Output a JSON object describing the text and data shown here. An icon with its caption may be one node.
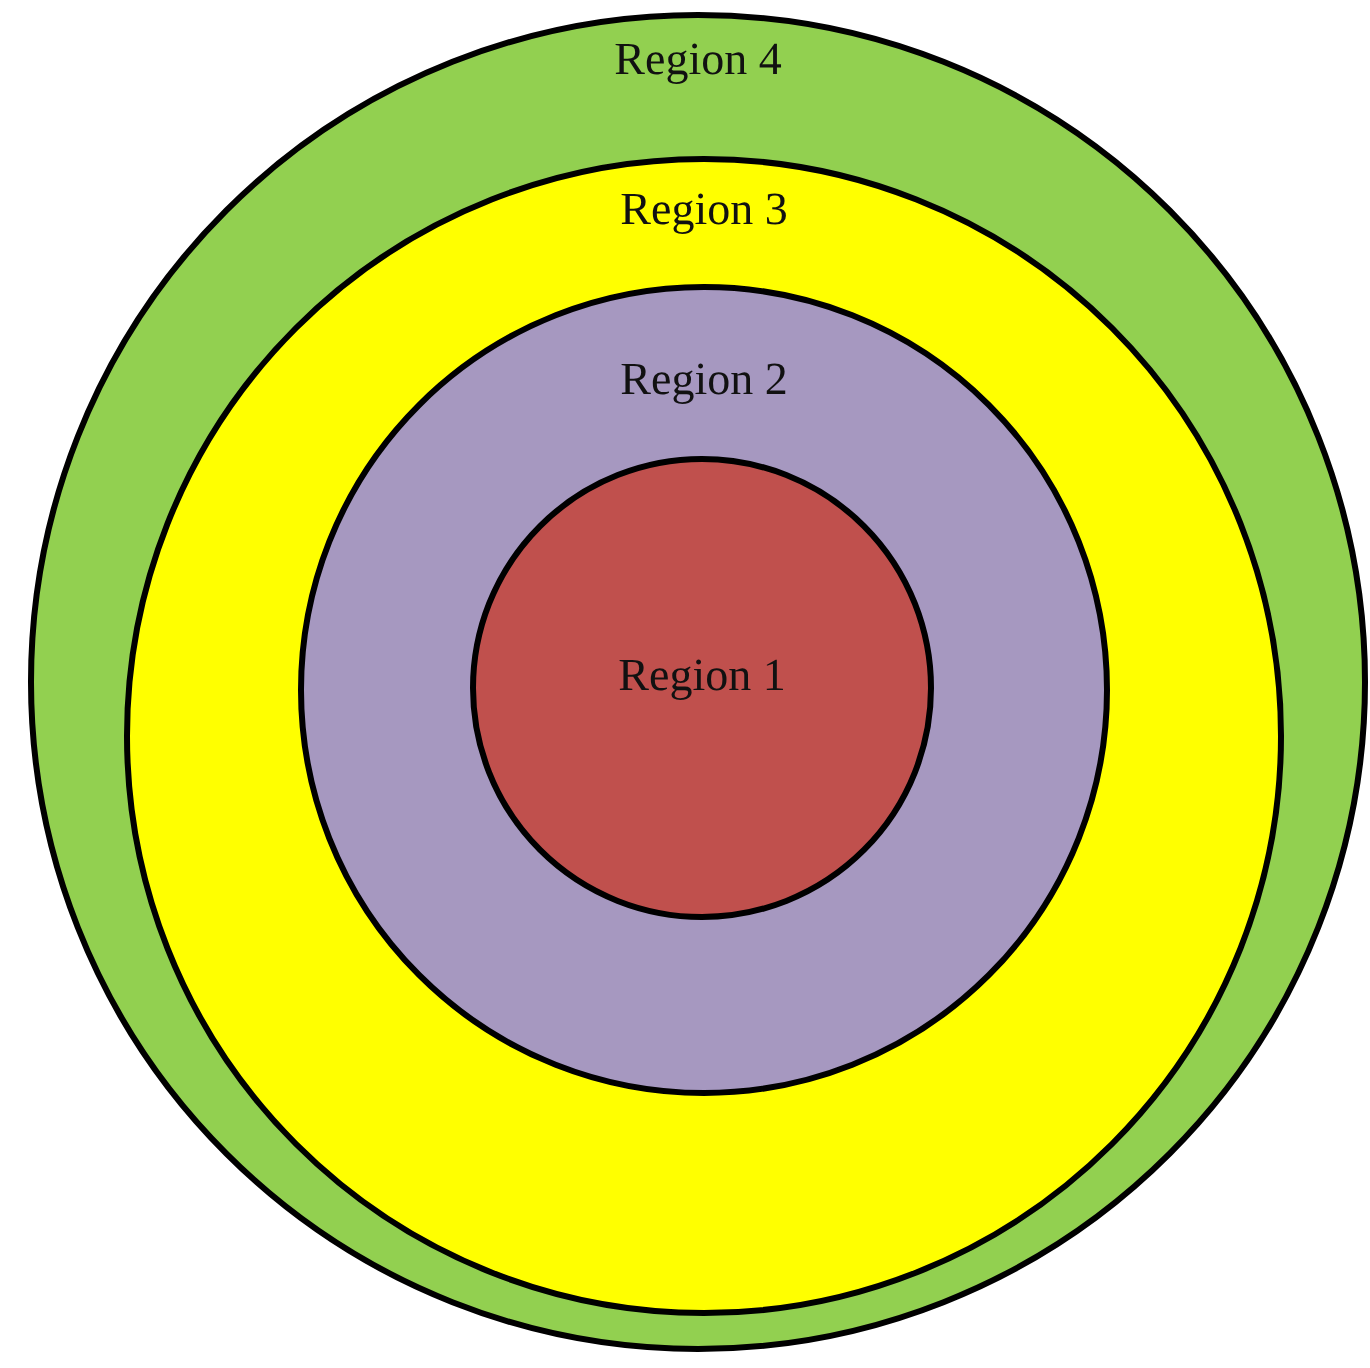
{
  "diagram": {
    "nodes": [
      {
        "text": [
          "Region 4"
        ]
      },
      {
        "text": [
          "Region 3"
        ],
        "in": 0
      },
      {
        "text": [
          "Region 2"
        ],
        "in": 1
      },
      {
        "text": [
          "Region 1"
        ],
        "in": 2
      }
    ]
  }
}
